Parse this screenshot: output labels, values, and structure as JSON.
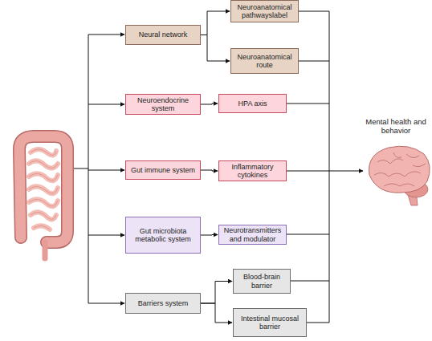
{
  "diagram": {
    "nodes": [
      {
        "text": [
          "Neural network"
        ]
      },
      {
        "text": [
          "Neuroanatomical pathwayslabel"
        ]
      },
      {
        "text": [
          "Neuroanatomical route"
        ]
      },
      {
        "text": [
          "Neuroendocrine system"
        ]
      },
      {
        "text": [
          "HPA axis"
        ]
      },
      {
        "text": [
          "Gut immune system"
        ]
      },
      {
        "text": [
          "Inflammatory cytokines"
        ]
      },
      {
        "text": [
          "Gut microbiota metabolic system"
        ]
      },
      {
        "text": [
          "Neurotransmitters and modulator"
        ]
      },
      {
        "text": [
          "Barriers system"
        ]
      },
      {
        "text": [
          "Blood-brain barrier"
        ]
      },
      {
        "text": [
          "Intestinal mucosal barrier"
        ]
      }
    ],
    "edges": [
      {
        "from": 0,
        "to": 1,
        "arrow": "to"
      },
      {
        "from": 0,
        "to": 2,
        "arrow": "to"
      },
      {
        "from": 3,
        "to": 4,
        "arrow": "to"
      },
      {
        "from": 5,
        "to": 6,
        "arrow": "to"
      },
      {
        "from": 7,
        "to": 8,
        "arrow": "to"
      },
      {
        "from": 9,
        "to": 10,
        "arrow": "to"
      },
      {
        "from": 9,
        "to": 11,
        "arrow": "to"
      }
    ],
    "labels": [
      "Mental health and behavior"
    ]
  }
}
